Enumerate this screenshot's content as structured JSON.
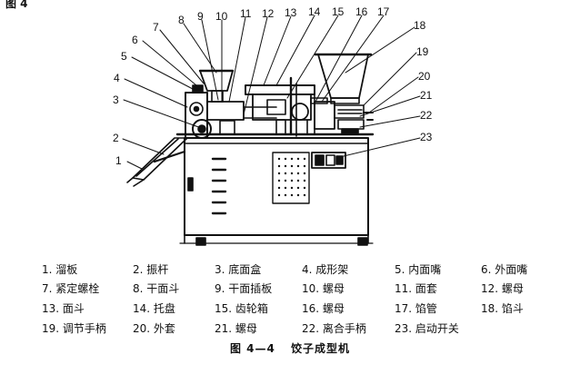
{
  "header_fragment": "图 4",
  "callout_numbers": [
    "1",
    "2",
    "3",
    "4",
    "5",
    "6",
    "7",
    "8",
    "9",
    "10",
    "11",
    "12",
    "13",
    "14",
    "15",
    "16",
    "17",
    "18",
    "19",
    "20",
    "21",
    "22",
    "23"
  ],
  "legend": [
    {
      "num": "1.",
      "text": "溜板"
    },
    {
      "num": "2.",
      "text": "振杆"
    },
    {
      "num": "3.",
      "text": "底面盒"
    },
    {
      "num": "4.",
      "text": "成形架"
    },
    {
      "num": "5.",
      "text": "内面嘴"
    },
    {
      "num": "6.",
      "text": "外面嘴"
    },
    {
      "num": "7.",
      "text": "紧定螺栓"
    },
    {
      "num": "8.",
      "text": "干面斗"
    },
    {
      "num": "9.",
      "text": "干面插板"
    },
    {
      "num": "10.",
      "text": "螺母"
    },
    {
      "num": "11.",
      "text": "面套"
    },
    {
      "num": "12.",
      "text": "螺母"
    },
    {
      "num": "13.",
      "text": "面斗"
    },
    {
      "num": "14.",
      "text": "托盘"
    },
    {
      "num": "15.",
      "text": "齿轮箱"
    },
    {
      "num": "16.",
      "text": "螺母"
    },
    {
      "num": "17.",
      "text": "馅管"
    },
    {
      "num": "18.",
      "text": "馅斗"
    },
    {
      "num": "19.",
      "text": "调节手柄"
    },
    {
      "num": "20.",
      "text": "外套"
    },
    {
      "num": "21.",
      "text": "螺母"
    },
    {
      "num": "22.",
      "text": "离合手柄"
    },
    {
      "num": "23.",
      "text": "启动开关"
    }
  ],
  "caption": {
    "figure_no": "图 4—4",
    "title": "饺子成型机"
  }
}
